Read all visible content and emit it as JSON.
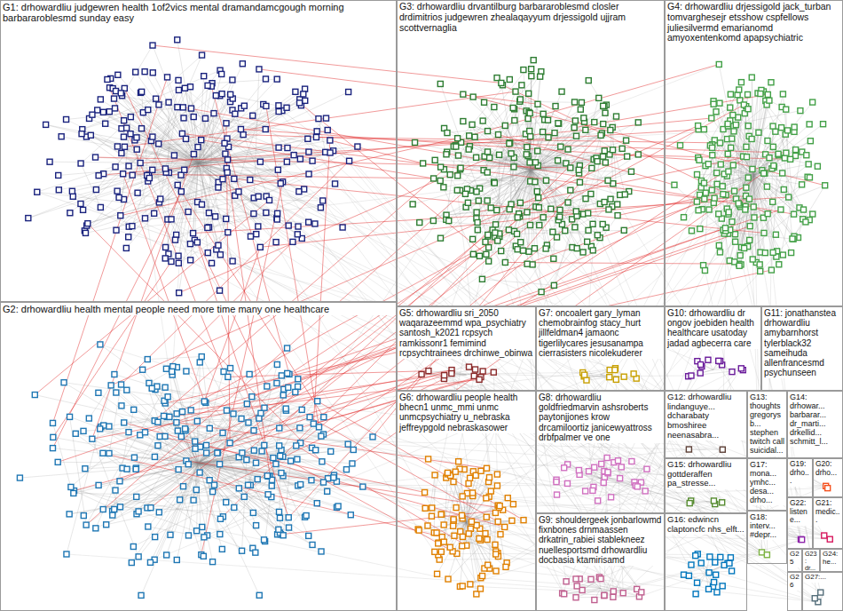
{
  "diagram": {
    "nodes": [
      {
        "text": [
          "G1: drhowardliu judgewren health 1of2vics mental dramandamcgough morning barbararoblesmd sunday easy"
        ]
      },
      {
        "text": [
          "G3: drhowardliu drvantilburg barbararoblesmd closler drdimitrios judgewren zhealaqayyum drjessigold ujjram scottvernaglia"
        ]
      },
      {
        "text": [
          "G4: drhowardliu drjessigold jack_turban tomvarghesejr etsshow cspfellows juliesilvermd emarianomd amyoxentenkomd apapsychiatric"
        ]
      },
      {
        "text": [
          "G2: drhowardliu health mental people need more time many one healthcare"
        ]
      },
      {
        "text": [
          "G5: drhowardliu sri_2050 waqarazeemmd wpa_psychiatry santosh_k2021 rcpsych ramkissonr1 femimind rcpsychtrainees drchinwe_obinwa"
        ]
      },
      {
        "text": [
          "G7: oncoalert gary_lyman chemobrainfog stacy_hurt jillfeldman4 jamaonc tigerlilycares jesusanampa cierrasisters nicolekuderer"
        ]
      },
      {
        "text": [
          "G10: drhowardliu dr ongov joebiden health healthcare usatoday jadad agbecerra care"
        ]
      },
      {
        "text": [
          "G11: jonathanstea drhowardliu amybarnhorst tylerblack32 sameihuda allenfrancesmd psychunseen"
        ]
      },
      {
        "text": [
          "G6: drhowardliu people health bhecn1 unmc_mmi unmc unmcpsychiatry u_nebraska jeffreypgold nebraskasower"
        ]
      },
      {
        "text": [
          "G8: drhowardliu goldfriedmarvin ashsroberts paytonjjones krow drcamiloortiz janicewyattross drbfpalmer ve one"
        ]
      },
      {
        "text": [
          "G9: shouldergeek jonbarlowmd fixnbones drnmaassen drkatrin_rabiei stablekneez nuellesportsmd drhowardliu docbasia ktamirisamd"
        ]
      },
      {
        "text": [
          "G12: drhowardliu lindanguye... dcharabaty bmoshiree neenasabra..."
        ]
      },
      {
        "text": [
          "G13: thoughts gregorysb... stephen twitch call suicidal..."
        ]
      },
      {
        "text": [
          "G14: drhowar... barbarar... dr_marti... drkellid... schmitt_l..."
        ]
      },
      {
        "text": [
          "G15: drhowardliu gottderaffen pa_stresse..."
        ]
      },
      {
        "text": [
          "G17: mona... ymhc... desa... drho..."
        ]
      },
      {
        "text": [
          "G19: drho..."
        ]
      },
      {
        "text": [
          "G20: drho..."
        ]
      },
      {
        "text": [
          "G16: edwincn claptoncfc nhs_elft..."
        ]
      },
      {
        "text": [
          "G18: interv... #depr..."
        ]
      },
      {
        "text": [
          "G22: listene..."
        ]
      },
      {
        "text": [
          "G21: medic..."
        ]
      },
      {
        "text": [
          "G25"
        ]
      },
      {
        "text": [
          "G23: dr..."
        ]
      },
      {
        "text": [
          "G24: he..."
        ]
      },
      {
        "text": [
          "G26"
        ]
      },
      {
        "text": [
          "G27:..."
        ]
      }
    ]
  }
}
